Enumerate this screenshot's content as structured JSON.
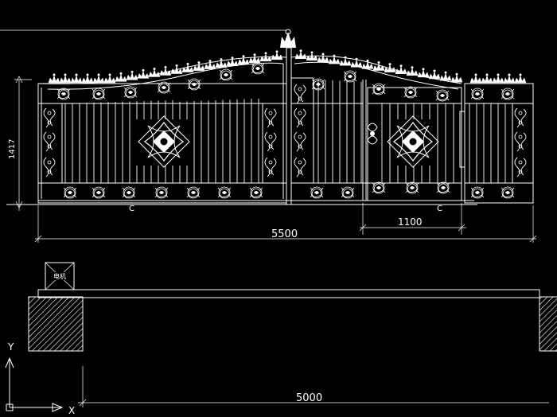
{
  "drawing": {
    "dimensions": {
      "height_label": "1417",
      "total_width_label": "5500",
      "small_door_label": "1100",
      "opening_width_label": "5000"
    },
    "markers": {
      "left_c": "C",
      "right_c": "C"
    },
    "motor_label": "电机",
    "ucs": {
      "x_label": "X",
      "y_label": "Y"
    },
    "colors": {
      "background": "#000000",
      "lines": "#ffffff"
    }
  }
}
